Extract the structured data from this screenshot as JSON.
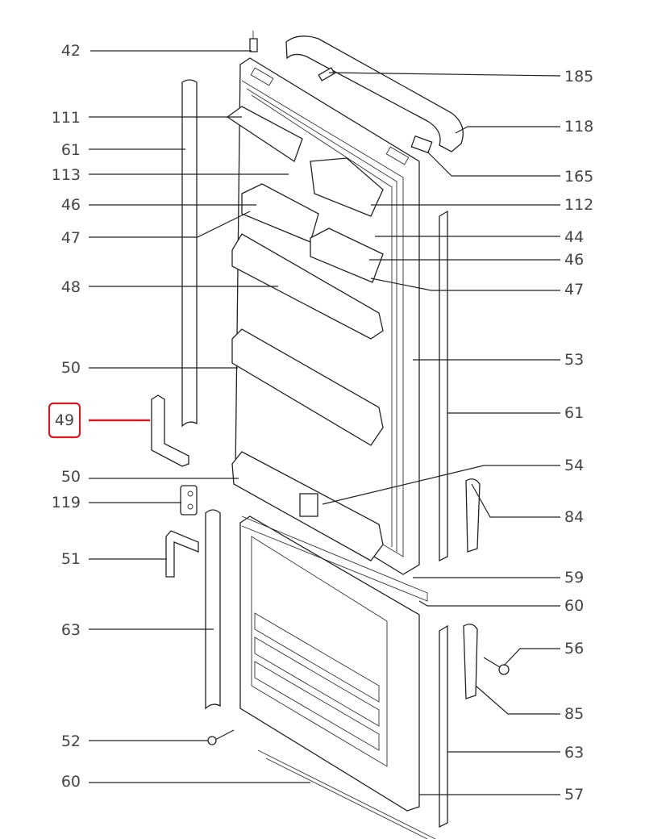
{
  "diagram": {
    "left_labels": [
      "42",
      "111",
      "61",
      "113",
      "46",
      "47",
      "48",
      "50",
      "49",
      "50",
      "119",
      "51",
      "63",
      "52",
      "60"
    ],
    "right_labels": [
      "185",
      "118",
      "165",
      "112",
      "44",
      "46",
      "47",
      "53",
      "61",
      "54",
      "84",
      "59",
      "60",
      "56",
      "85",
      "63",
      "57"
    ],
    "highlighted_label": "49",
    "highlight_color": "#c8202a"
  }
}
